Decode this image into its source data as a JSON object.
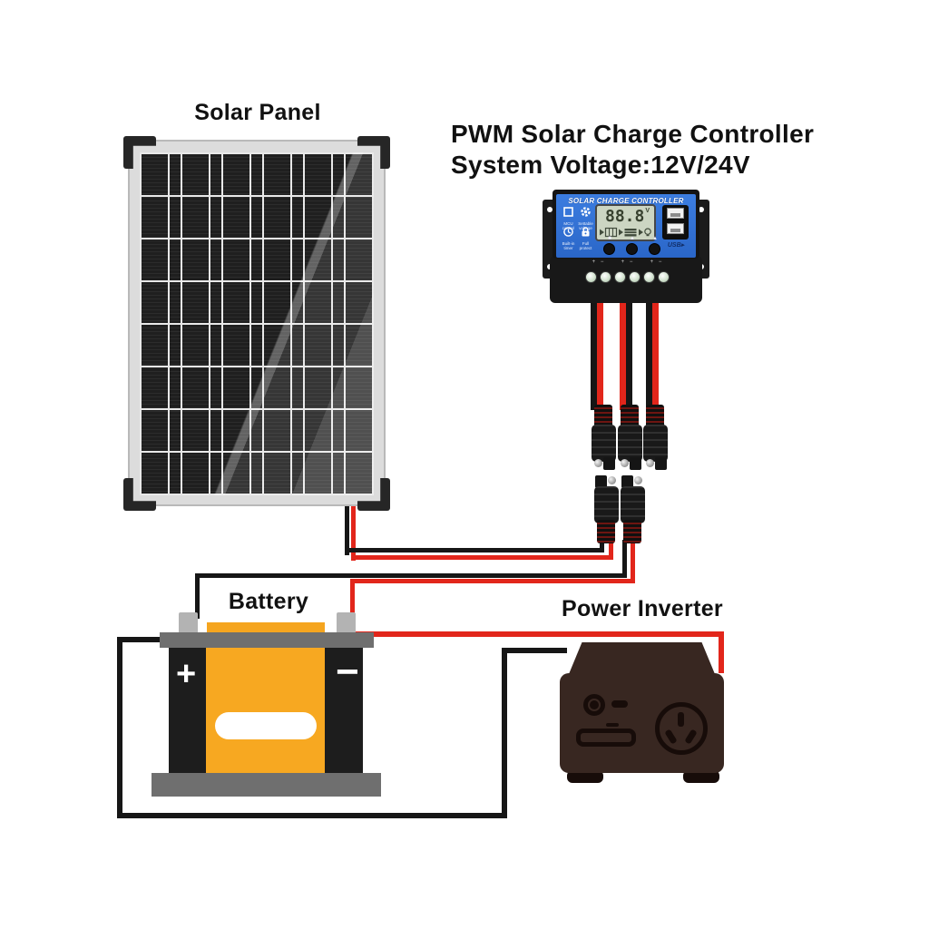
{
  "diagram": {
    "solar_panel": {
      "title": "Solar Panel"
    },
    "controller": {
      "heading_line1": "PWM Solar Charge Controller",
      "heading_line2": "System Voltage:12V/24V",
      "panel_title": "SOLAR CHARGE CONTROLLER",
      "lcd_value": "88.8",
      "lcd_unit": "V",
      "features": [
        {
          "icon": "mcu-icon",
          "label": "MCU control"
        },
        {
          "icon": "gear-icon",
          "label": "Settable voltage"
        },
        {
          "icon": "timer-icon",
          "label": "Built-in timer"
        },
        {
          "icon": "lock-icon",
          "label": "Full protect"
        }
      ],
      "usb_label": "USB▸",
      "button_glyphs": [
        "■",
        "▲",
        "▲"
      ],
      "terminal_marks": [
        "+ −",
        "+ −",
        "+ −"
      ]
    },
    "battery": {
      "title": "Battery",
      "positive": "+",
      "negative": "−"
    },
    "inverter": {
      "title": "Power Inverter"
    },
    "colors": {
      "wire_red": "#e2261b",
      "wire_black": "#161616",
      "controller_blue": "#2e6fd4",
      "lcd_green": "#ccd5c2",
      "battery_orange": "#f7a821",
      "inverter_brown": "#382721"
    }
  }
}
